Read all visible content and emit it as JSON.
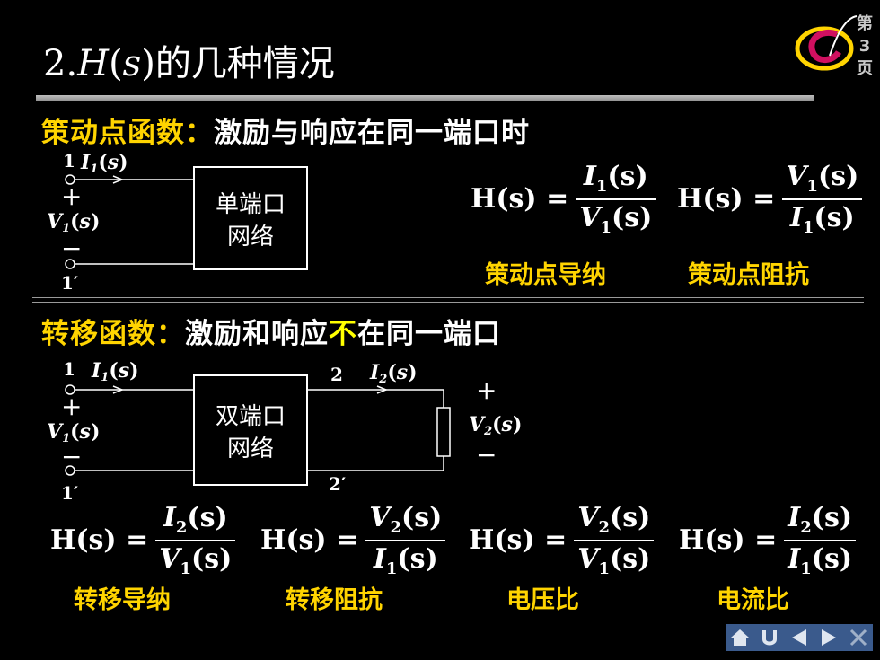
{
  "title": {
    "prefix": "2.",
    "func": "H",
    "lp": "(",
    "var": "s",
    "rp": ")",
    "rest": "的几种情况"
  },
  "logo": {
    "page_chars": [
      "第",
      "3",
      "页"
    ],
    "colors": {
      "ring": "#ffd400",
      "body": "#d01060",
      "accent": "#ffffff"
    }
  },
  "section1": {
    "heading_key": "策动点函数",
    "heading_sep": "：",
    "heading_rest": "激励与响应在同一端口时",
    "box_lines": [
      "单端口",
      "网络"
    ],
    "circuit": {
      "port_top": "1",
      "port_bottom": "1′",
      "current": "I",
      "current_sub": "1",
      "voltage": "V",
      "voltage_sub": "1",
      "s": "s",
      "plus": "+",
      "minus": "−"
    },
    "formulas": [
      {
        "lhs": "H(s) =",
        "num_var": "I",
        "num_sub": "1",
        "den_var": "V",
        "den_sub": "1",
        "arg": "(s)",
        "label": "策动点导纳"
      },
      {
        "lhs": "H(s) =",
        "num_var": "V",
        "num_sub": "1",
        "den_var": "I",
        "den_sub": "1",
        "arg": "(s)",
        "label": "策动点阻抗"
      }
    ]
  },
  "section2": {
    "heading_key": "转移函数",
    "heading_sep": "：",
    "heading_pre": "激励和响应",
    "heading_not": "不",
    "heading_post": "在同一端口",
    "box_lines": [
      "双端口",
      "网络"
    ],
    "circuit": {
      "port1_top": "1",
      "port1_bottom": "1′",
      "port2_top": "2",
      "port2_bottom": "2′",
      "i1": "I",
      "i1_sub": "1",
      "i2": "I",
      "i2_sub": "2",
      "v1": "V",
      "v1_sub": "1",
      "v2": "V",
      "v2_sub": "2",
      "s": "s",
      "plus": "+",
      "minus": "−"
    },
    "formulas": [
      {
        "lhs": "H(s) =",
        "num_var": "I",
        "num_sub": "2",
        "den_var": "V",
        "den_sub": "1",
        "arg": "(s)",
        "label": "转移导纳"
      },
      {
        "lhs": "H(s) =",
        "num_var": "V",
        "num_sub": "2",
        "den_var": "I",
        "den_sub": "1",
        "arg": "(s)",
        "label": "转移阻抗"
      },
      {
        "lhs": "H(s) =",
        "num_var": "V",
        "num_sub": "2",
        "den_var": "V",
        "den_sub": "1",
        "arg": "(s)",
        "label": "电压比"
      },
      {
        "lhs": "H(s) =",
        "num_var": "I",
        "num_sub": "2",
        "den_var": "I",
        "den_sub": "1",
        "arg": "(s)",
        "label": "电流比"
      }
    ]
  },
  "nav": [
    {
      "name": "home-icon",
      "glyph": "⌂"
    },
    {
      "name": "back-icon",
      "glyph": "U"
    },
    {
      "name": "prev-icon",
      "glyph": "◀"
    },
    {
      "name": "next-icon",
      "glyph": "▶"
    },
    {
      "name": "close-icon",
      "glyph": "X"
    }
  ],
  "colors": {
    "background": "#000000",
    "heading": "#ffd400",
    "emphasis": "#ffff00",
    "text": "#ffffff",
    "nav_bg": "#3a5a8c"
  }
}
